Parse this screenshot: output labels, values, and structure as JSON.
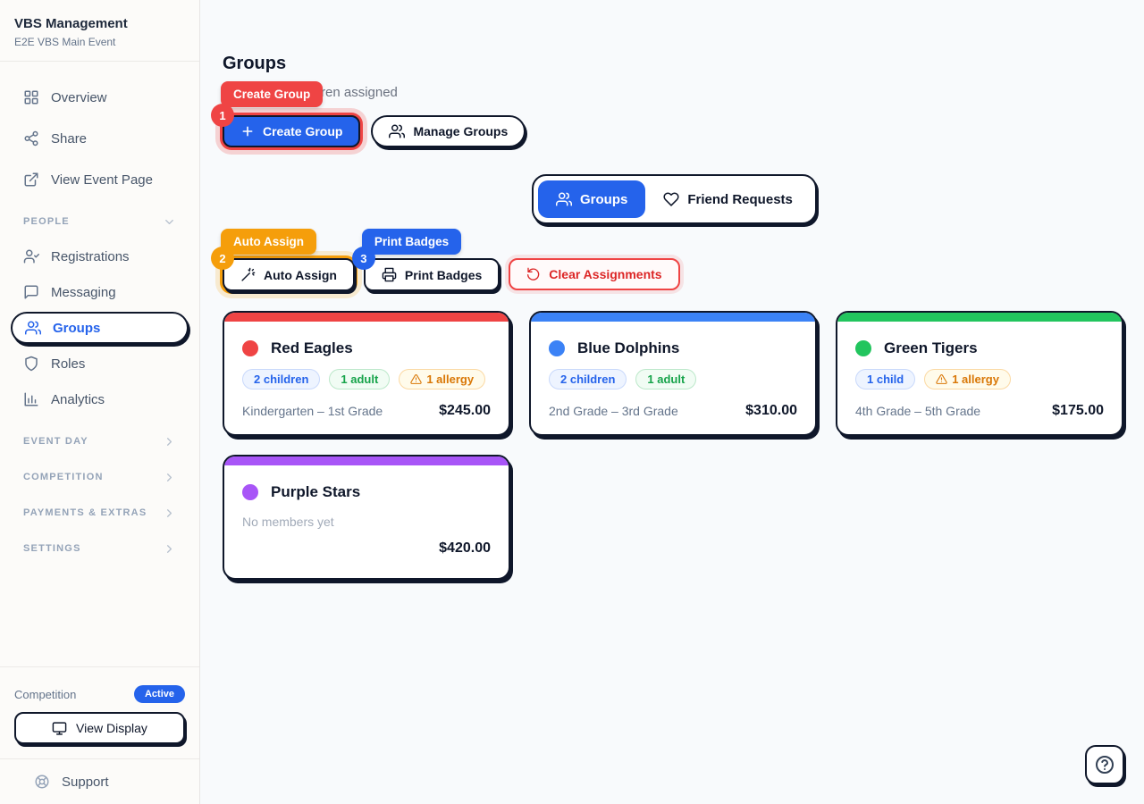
{
  "colors": {
    "ink": "#0f172a",
    "accent_blue": "#2563eb",
    "annotation_red": "#ef4444",
    "annotation_orange": "#f59e0b",
    "annotation_blue": "#2563eb"
  },
  "sidebar": {
    "title": "VBS Management",
    "subtitle": "E2E VBS Main Event",
    "nav": [
      {
        "label": "Overview"
      },
      {
        "label": "Share"
      },
      {
        "label": "View Event Page"
      }
    ],
    "people": {
      "label": "PEOPLE",
      "items": [
        {
          "label": "Registrations"
        },
        {
          "label": "Messaging"
        },
        {
          "label": "Groups",
          "active": true
        },
        {
          "label": "Roles"
        },
        {
          "label": "Analytics"
        }
      ]
    },
    "sections": [
      {
        "label": "EVENT DAY"
      },
      {
        "label": "COMPETITION"
      },
      {
        "label": "PAYMENTS & EXTRAS"
      },
      {
        "label": "SETTINGS"
      }
    ],
    "footer": {
      "competition_label": "Competition",
      "active_badge": "Active",
      "view_display": "View Display",
      "support": "Support"
    }
  },
  "main": {
    "title": "Groups",
    "subtitle_visible": "ren assigned",
    "buttons": {
      "create_group": "Create Group",
      "manage_groups": "Manage Groups",
      "auto_assign": "Auto Assign",
      "print_badges": "Print Badges",
      "clear_assignments": "Clear Assignments"
    },
    "annotations": [
      {
        "number": "1",
        "label": "Create Group",
        "color": "#ef4444"
      },
      {
        "number": "2",
        "label": "Auto Assign",
        "color": "#f59e0b"
      },
      {
        "number": "3",
        "label": "Print Badges",
        "color": "#2563eb"
      }
    ],
    "tabs": {
      "groups": "Groups",
      "friend_requests": "Friend Requests",
      "selected": "Groups"
    }
  },
  "groups": [
    {
      "name": "Red Eagles",
      "color": "#ef4444",
      "chips": [
        {
          "label": "2 children",
          "type": "children"
        },
        {
          "label": "1 adult",
          "type": "adult"
        },
        {
          "label": "1 allergy",
          "type": "allergy"
        }
      ],
      "grades": "Kindergarten – 1st Grade",
      "price": "$245.00"
    },
    {
      "name": "Blue Dolphins",
      "color": "#3b82f6",
      "chips": [
        {
          "label": "2 children",
          "type": "children"
        },
        {
          "label": "1 adult",
          "type": "adult"
        }
      ],
      "grades": "2nd Grade – 3rd Grade",
      "price": "$310.00"
    },
    {
      "name": "Green Tigers",
      "color": "#22c55e",
      "chips": [
        {
          "label": "1 child",
          "type": "children"
        },
        {
          "label": "1 allergy",
          "type": "allergy"
        }
      ],
      "grades": "4th Grade – 5th Grade",
      "price": "$175.00"
    },
    {
      "name": "Purple Stars",
      "color": "#a855f7",
      "chips": [],
      "empty": "No members yet",
      "price": "$420.00"
    }
  ]
}
